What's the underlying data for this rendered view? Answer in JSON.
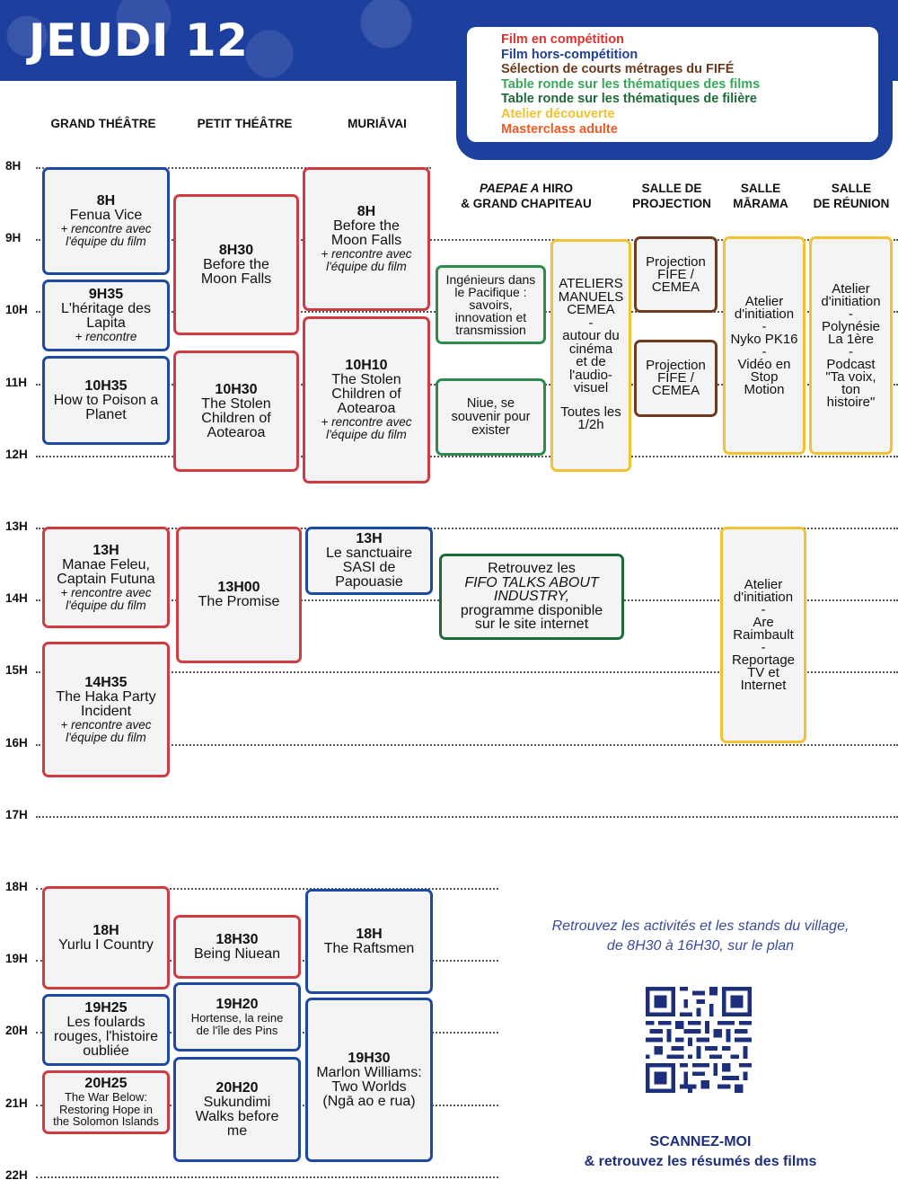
{
  "header": {
    "day": "JEUDI 12"
  },
  "legend": [
    {
      "label": "Film en compétition",
      "color": "#e0312f"
    },
    {
      "label": "Film hors-compétition",
      "color": "#1f3f9a"
    },
    {
      "label": "Sélection de courts métrages du FIFÉ",
      "color": "#6b3a1e"
    },
    {
      "label": "Table ronde sur les thématiques des films",
      "color": "#39a85a"
    },
    {
      "label": "Table ronde sur les thématiques de filière",
      "color": "#1e6b3a"
    },
    {
      "label": "Atelier découverte",
      "color": "#f2c230"
    },
    {
      "label": "Masterclass adulte",
      "color": "#ef5a27"
    }
  ],
  "venues": {
    "grand_theatre": "GRAND THÉÂTRE",
    "petit_theatre": "PETIT THÉÂTRE",
    "muriavai": "MURIĀVAI",
    "paepae_1": "PAEPAE A",
    "paepae_2": " HIRO",
    "paepae_3": "& GRAND CHAPITEAU",
    "salle_projection_1": "SALLE DE",
    "salle_projection_2": "PROJECTION",
    "salle_marama_1": "SALLE",
    "salle_marama_2": "MĀRAMA",
    "salle_reunion_1": "SALLE",
    "salle_reunion_2": "DE RÉUNION"
  },
  "hours": [
    "8H",
    "9H",
    "10H",
    "11H",
    "12H",
    "13H",
    "14H",
    "15H",
    "16H",
    "17H",
    "18H",
    "19H",
    "20H",
    "21H",
    "22H"
  ],
  "events": {
    "gt_fenua": {
      "time": "8H",
      "title": "Fenua Vice",
      "note": "+ rencontre avec\nl'équipe du film"
    },
    "gt_lapita": {
      "time": "9H35",
      "title": "L'héritage des\nLapita",
      "note": "+ rencontre"
    },
    "gt_poison": {
      "time": "10H35",
      "title": "How to Poison a\nPlanet"
    },
    "gt_manae": {
      "time": "13H",
      "title": "Manae Feleu,\nCaptain Futuna",
      "note": "+ rencontre avec\nl'équipe du film"
    },
    "gt_haka": {
      "time": "14H35",
      "title": "The Haka Party\nIncident",
      "note": "+ rencontre avec\nl'équipe du film"
    },
    "gt_yurlu": {
      "time": "18H",
      "title": "Yurlu I Country"
    },
    "gt_foulards": {
      "time": "19H25",
      "title": "Les foulards\nrouges, l'histoire\noubliée"
    },
    "gt_warbelow": {
      "time": "20H25",
      "title": "The War Below:\nRestoring Hope in\nthe Solomon Islands"
    },
    "pt_moon": {
      "time": "8H30",
      "title": "Before the\nMoon Falls"
    },
    "pt_stolen": {
      "time": "10H30",
      "title": "The Stolen\nChildren of\nAotearoa"
    },
    "pt_promise": {
      "time": "13H00",
      "title": "The Promise"
    },
    "pt_niuean": {
      "time": "18H30",
      "title": "Being Niuean"
    },
    "pt_hortense": {
      "time": "19H20",
      "title": "Hortense, la reine\nde l'île des Pins"
    },
    "pt_sukundimi": {
      "time": "20H20",
      "title": "Sukundimi\nWalks before\nme"
    },
    "mu_moon": {
      "time": "8H",
      "title": "Before the\nMoon Falls",
      "note": "+ rencontre avec\nl'équipe du film"
    },
    "mu_stolen": {
      "time": "10H10",
      "title": "The Stolen\nChildren of\nAotearoa",
      "note": "+ rencontre avec\nl'équipe du film"
    },
    "mu_sasi": {
      "time": "13H",
      "title": "Le sanctuaire\nSASI de\nPapouasie"
    },
    "mu_raftsmen": {
      "time": "18H",
      "title": "The Raftsmen"
    },
    "mu_marlon": {
      "time": "19H30",
      "title": "Marlon Williams:\nTwo Worlds\n(Ngā ao e rua)"
    },
    "pa_ingenieurs": {
      "title": "Ingénieurs dans\nle Pacifique :\nsavoirs,\ninnovation et\ntransmission"
    },
    "pa_niue": {
      "title": "Niue, se\nsouvenir pour\nexister"
    },
    "pa_fifo_1": "Retrouvez les",
    "pa_fifo_2": "FIFO TALKS ABOUT\nINDUSTRY,",
    "pa_fifo_3": "programme disponible\nsur le site internet",
    "pa_ateliers_1": "ATELIERS\nMANUELS\nCEMEA",
    "pa_ateliers_dash": "-",
    "pa_ateliers_2": "autour du\ncinéma\net de\nl'audio-\nvisuel",
    "pa_ateliers_3": "Toutes les\n1/2h",
    "sp_proj1": "Projection\nFIFE /\nCEMEA",
    "sp_proj2": "Projection\nFIFE /\nCEMEA",
    "sm_atelier1_1": "Atelier\nd'initiation",
    "sm_atelier1_dash": "-",
    "sm_atelier1_2": "Nyko PK16",
    "sm_atelier1_dash2": "-",
    "sm_atelier1_3": "Vidéo en\nStop\nMotion",
    "sm_atelier2_1": "Atelier\nd'initiation",
    "sm_atelier2_dash": "-",
    "sm_atelier2_2": "Are\nRaimbault",
    "sm_atelier2_dash2": "-",
    "sm_atelier2_3": "Reportage\nTV et\nInternet",
    "sr_atelier_1": "Atelier\nd'initiation",
    "sr_atelier_dash": "-",
    "sr_atelier_2": "Polynésie\nLa 1ère",
    "sr_atelier_dash2": "-",
    "sr_atelier_3": "Podcast\n\"Ta voix,\nton\nhistoire\""
  },
  "village_note": "Retrouvez les activités et les stands du village,\nde 8H30 à 16H30, sur le plan",
  "scan": {
    "line1": "SCANNEZ-MOI",
    "line2": "& retrouvez les résumés des films"
  },
  "colors": {
    "banner": "#1d3f9e",
    "red": "#cf3d42",
    "blue": "#1f4aa3",
    "green": "#2e8b4f",
    "yellow": "#f0c234",
    "brown": "#6e3b22"
  }
}
